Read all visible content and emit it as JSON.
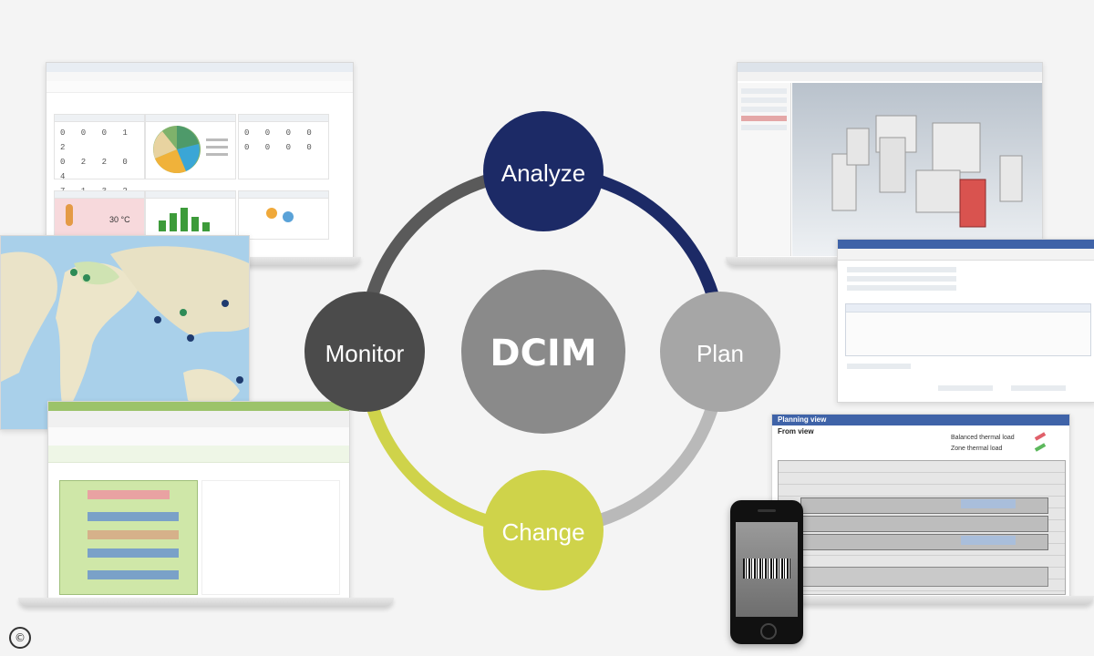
{
  "diagram": {
    "center": "DCIM",
    "nodes": [
      {
        "id": "analyze",
        "label": "Analyze",
        "color": "#1c2a66"
      },
      {
        "id": "plan",
        "label": "Plan",
        "color": "#a6a6a6"
      },
      {
        "id": "change",
        "label": "Change",
        "color": "#cfd34a"
      },
      {
        "id": "monitor",
        "label": "Monitor",
        "color": "#4b4b4b"
      }
    ],
    "center_color": "#8a8a8a",
    "ring_segments": [
      {
        "from": "analyze",
        "to": "plan",
        "color": "#1c2a66"
      },
      {
        "from": "plan",
        "to": "change",
        "color": "#b9b9b9"
      },
      {
        "from": "change",
        "to": "monitor",
        "color": "#cfd34a"
      },
      {
        "from": "monitor",
        "to": "analyze",
        "color": "#5a5a5a"
      }
    ]
  },
  "screens": {
    "dashboard": {
      "temperature": "30 °C"
    },
    "world_map": {},
    "floor_plan": {},
    "room_3d": {},
    "form_view": {},
    "planning_view": {
      "title": "Planning view",
      "from_label": "From view",
      "legend_balanced": "Balanced thermal load",
      "legend_zone": "Zone thermal load"
    }
  },
  "phone": {},
  "copyright_symbol": "©"
}
